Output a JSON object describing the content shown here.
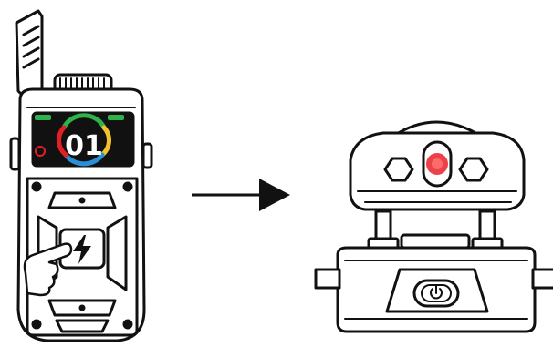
{
  "illustration": {
    "left_device": {
      "name": "handheld-radio",
      "screen_digits": "01",
      "center_button_icon": "lightning-icon",
      "hand_icon": "hand-pointer-icon"
    },
    "arrow": {
      "direction": "right"
    },
    "right_device": {
      "name": "clip-on-unit",
      "indicator_color": "#e8202a",
      "button_icon": "power-icon"
    }
  },
  "colors": {
    "outline": "#111111",
    "screen_bg": "#111111",
    "accent_green": "#2db34a",
    "accent_red": "#e31f26",
    "accent_blue": "#2a8fd6",
    "accent_yellow": "#f2c12e",
    "led_red": "#e8202a"
  }
}
